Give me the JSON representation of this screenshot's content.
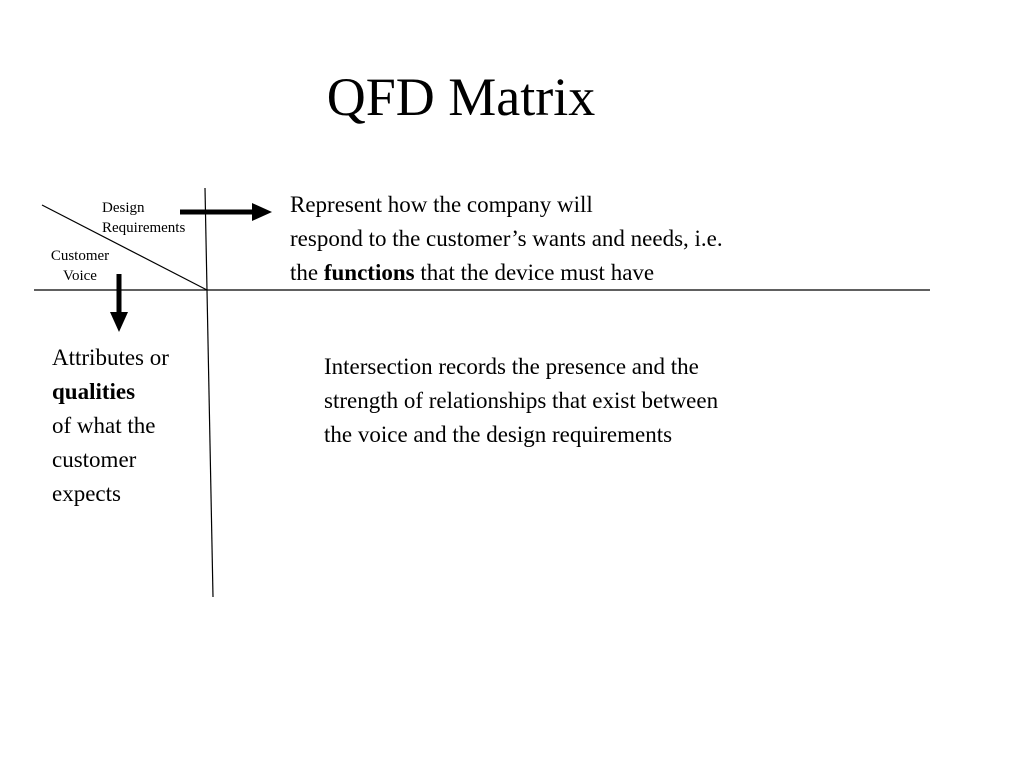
{
  "title": "QFD Matrix",
  "corner_labels": {
    "design_line1": "Design",
    "design_line2": "Requirements",
    "voice_line1": "Customer",
    "voice_line2": "Voice"
  },
  "design_description": {
    "line1": "Represent how the company will",
    "line2": "respond to the customer’s wants and needs, i.e.",
    "line3_pre": "the ",
    "line3_bold": "functions",
    "line3_post": " that the device must have"
  },
  "voice_description": {
    "line1": "Attributes or",
    "line2_bold": "qualities",
    "line3": "of what the",
    "line4": "customer",
    "line5": "expects"
  },
  "intersection_description": {
    "line1": "Intersection records the presence and the",
    "line2": "strength of relationships that exist between",
    "line3": "the voice and the design requirements"
  },
  "colors": {
    "text": "#000000",
    "lines": "#000000",
    "background": "#ffffff"
  }
}
